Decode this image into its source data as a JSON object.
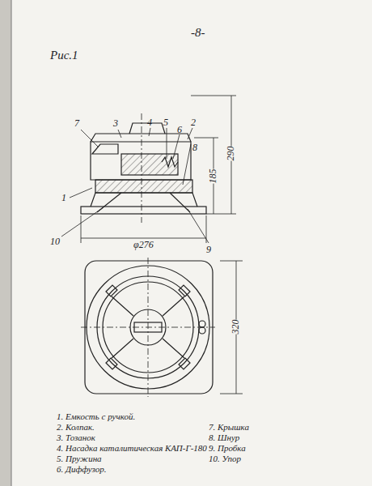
{
  "diagram": {
    "title": "Рис.1",
    "labels": [
      "-8-",
      "7",
      "3",
      "4",
      "5",
      "6",
      "2",
      "8",
      "1",
      "10",
      "9",
      "290",
      "185",
      "φ276",
      "320",
      "1. Емкость с ручкой.",
      "2. Колпак.",
      "3. Тозанок",
      "4. Насадка каталитическая КАП-Г-180",
      "5. Пружина",
      "6. Диффузор.",
      "7. Крышка",
      "8. Шнур",
      "9. Пробка",
      "10. Упор"
    ]
  }
}
